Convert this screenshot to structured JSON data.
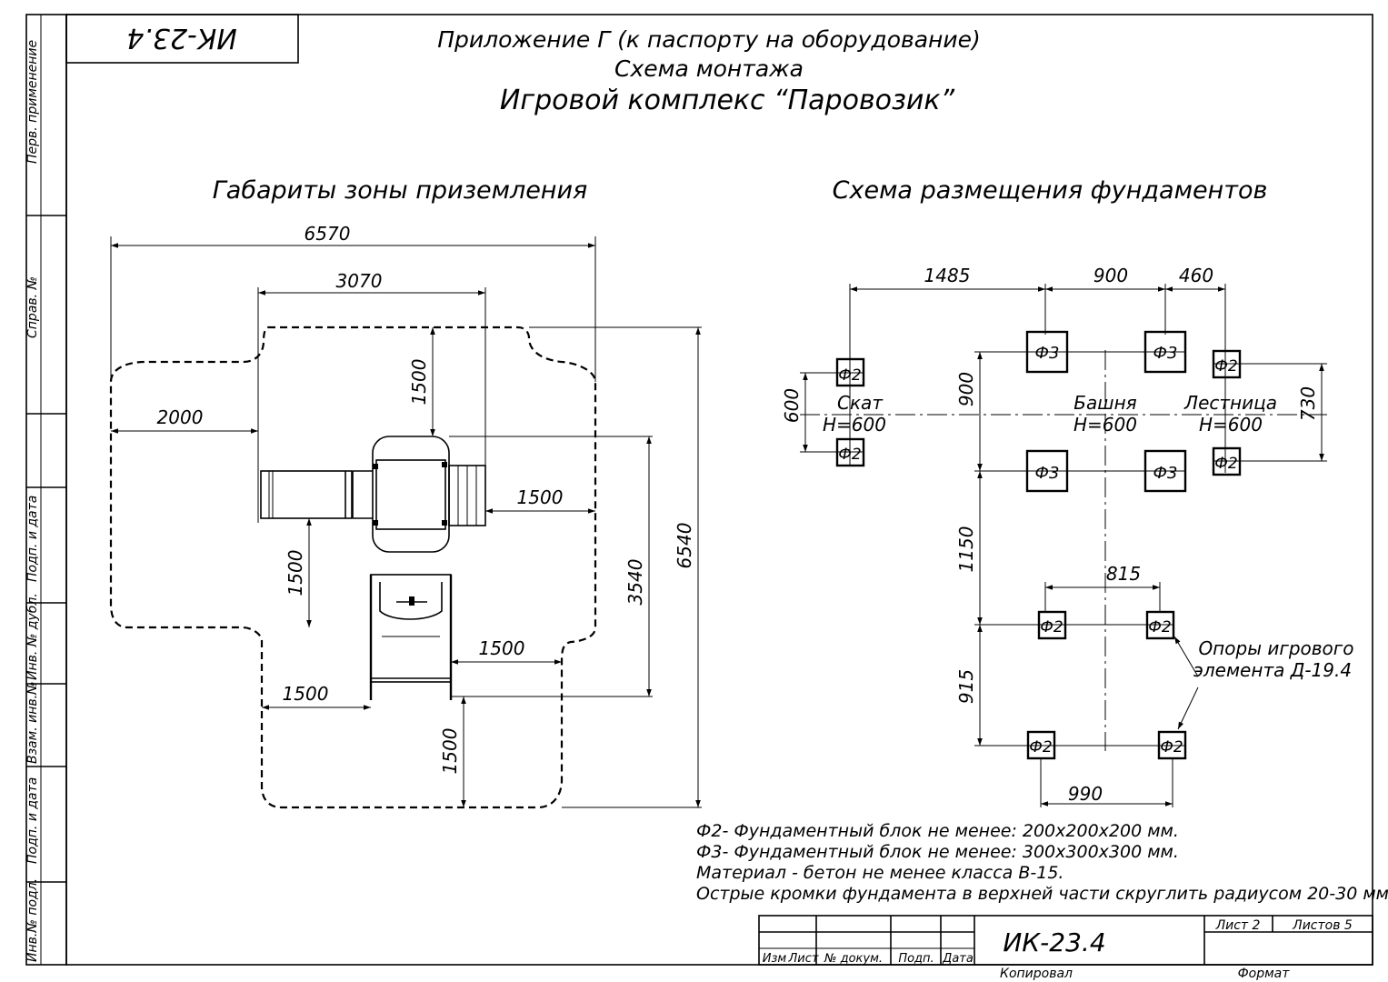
{
  "stamp_top": "ИК-23.4",
  "titles": {
    "line1": "Приложение Г (к паспорту на оборудование)",
    "line2": "Схема монтажа",
    "line3": "Игровой комплекс “Паровозик”"
  },
  "left_section": {
    "heading": "Габариты зоны приземления",
    "dims": {
      "overall_width": "6570",
      "top_width": "3070",
      "left_offset": "2000",
      "top_offset": "1500",
      "right_offset_1": "1500",
      "left_mid": "1500",
      "right_offset_2": "1500",
      "bottom_left": "1500",
      "bottom_offset": "1500",
      "inner_height": "3540",
      "overall_height": "6540"
    }
  },
  "right_section": {
    "heading": "Схема размещения фундаментов",
    "dims": {
      "top_1": "1485",
      "top_2": "900",
      "top_3": "460",
      "left_600": "600",
      "left_900": "900",
      "left_1150": "1150",
      "left_915": "915",
      "right_730": "730",
      "mid_815": "815",
      "bottom_990": "990"
    },
    "labels": {
      "skat": "Скат",
      "skat_h": "H=600",
      "bashnya": "Башня",
      "bashnya_h": "H=600",
      "lestnitsa": "Лестница",
      "lestnitsa_h": "H=600",
      "supports_1": "Опоры игрового",
      "supports_2": "элемента Д-19.4"
    },
    "blocks": {
      "f2": "Ф2",
      "f3": "Ф3"
    }
  },
  "notes": [
    "Ф2- Фундаментный блок не менее: 200х200х200 мм.",
    "Ф3- Фундаментный блок не менее: 300х300х300 мм.",
    "Материал - бетон не менее класса В-15.",
    "Острые кромки фундамента в верхней части скруглить радиусом 20-30 мм"
  ],
  "side_labels": {
    "perv": "Перв. применение",
    "sprav": "Справ. №",
    "podp1": "Подп. и дата",
    "inv_dubl": "Инв. № дубл.",
    "vzam": "Взам. инв.№",
    "podp2": "Подп. и дата",
    "inv_podl": "Инв.№ подл."
  },
  "title_block": {
    "code": "ИК-23.4",
    "cols": [
      "Изм",
      "Лист",
      "№ докум.",
      "Подп.",
      "Дата"
    ],
    "sheet": "Лист 2",
    "sheets": "Листов 5",
    "copied": "Копировал",
    "format": "Формат"
  }
}
